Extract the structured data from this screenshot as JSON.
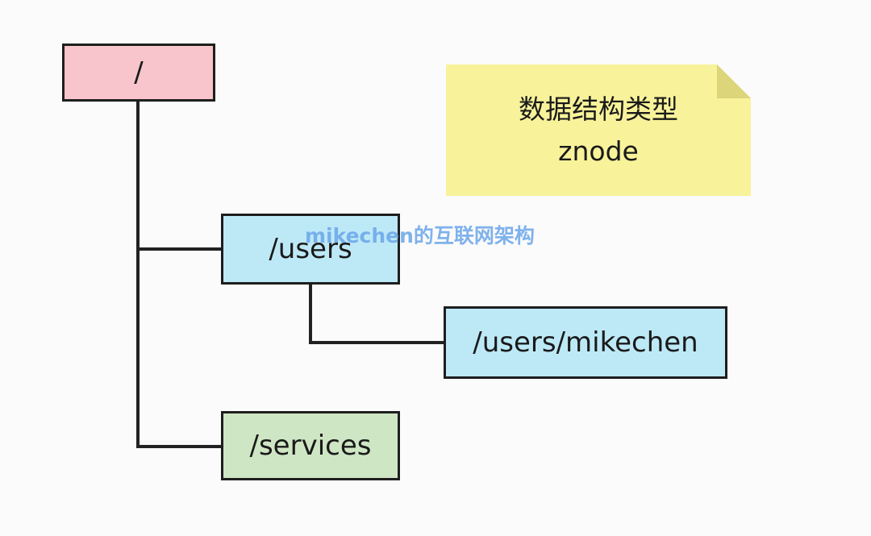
{
  "tree": {
    "root": {
      "label": "/",
      "color": "#f7c5cb"
    },
    "users": {
      "label": "/users",
      "color": "#bde9f7"
    },
    "users_mikechen": {
      "label": "/users/mikechen",
      "color": "#bde9f7"
    },
    "services": {
      "label": "/services",
      "color": "#cfe6c4"
    }
  },
  "note": {
    "line1": "数据结构类型",
    "line2": "znode",
    "color": "#f8f39a",
    "fold_color": "#dcd57a"
  },
  "watermark": {
    "text": "mikechen的互联网架构",
    "color": "#6aa6ea"
  }
}
